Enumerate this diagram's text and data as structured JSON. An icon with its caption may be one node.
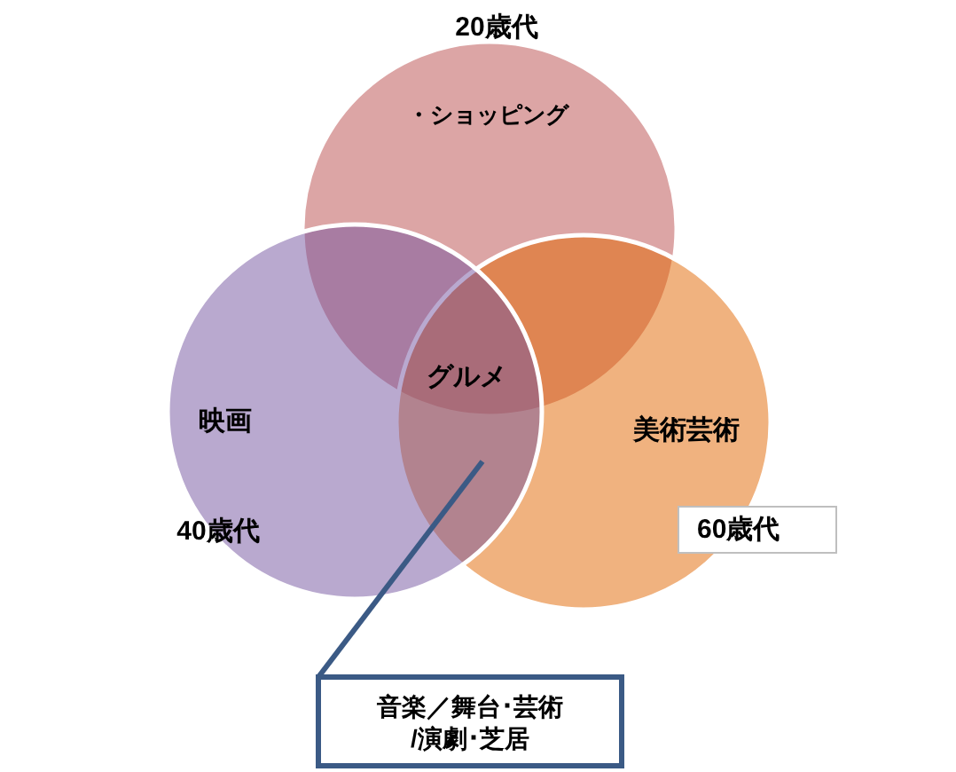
{
  "diagram": {
    "nodes": [
      {
        "text": [
          "20歳代",
          "・ショッピング"
        ]
      },
      {
        "text": [
          "映画",
          "40歳代"
        ]
      },
      {
        "text": [
          "美術芸術"
        ]
      },
      {
        "text": [
          "60歳代"
        ]
      },
      {
        "text": [
          "音楽／舞台･芸術/演劇･芝居"
        ]
      }
    ],
    "edges": [
      {
        "from": 4,
        "to": 2,
        "arrow": "none"
      }
    ],
    "labels": [
      "グルメ"
    ]
  }
}
